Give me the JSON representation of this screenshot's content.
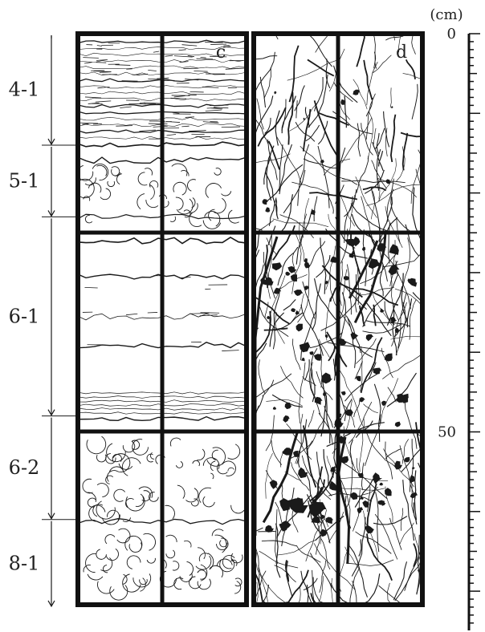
{
  "figure": {
    "unit_label": "(cm)",
    "scale_ticks": [
      {
        "value": 0,
        "label": "0"
      },
      {
        "value": 50,
        "label": "50"
      }
    ],
    "layers": [
      {
        "id": "4-1",
        "label": "4-1",
        "top_cm": 0,
        "bottom_cm": 14
      },
      {
        "id": "5-1",
        "label": "5-1",
        "top_cm": 14,
        "bottom_cm": 23
      },
      {
        "id": "6-1",
        "label": "6-1",
        "top_cm": 23,
        "bottom_cm": 48
      },
      {
        "id": "6-2",
        "label": "6-2",
        "top_cm": 48,
        "bottom_cm": 61
      },
      {
        "id": "8-1",
        "label": "8-1",
        "top_cm": 61,
        "bottom_cm": 72
      }
    ],
    "panels": [
      {
        "id": "c",
        "label": "c",
        "style": "sediment-layers"
      },
      {
        "id": "d",
        "label": "d",
        "style": "root-network"
      }
    ],
    "colors": {
      "ink": "#1a1a1a",
      "frame": "#111111",
      "paper": "#ffffff"
    }
  }
}
